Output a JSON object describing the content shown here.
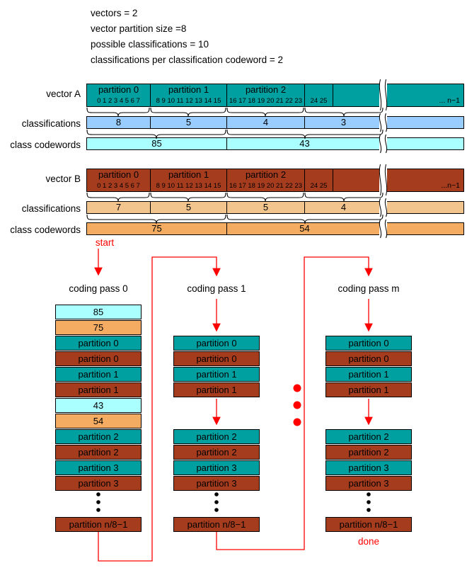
{
  "colors": {
    "teal": "#00A0A0",
    "brown": "#A63C1E",
    "class_a": "#99CCFF",
    "codeword_a": "#AAFFFF",
    "class_b": "#F2C48E",
    "codeword_b": "#F3AC62",
    "red": "#FF0000",
    "black": "#000000"
  },
  "params": [
    "vectors = 2",
    "vector partition size =8",
    "possible classifications = 10",
    "classifications per classification codeword = 2"
  ],
  "labels": {
    "vector_a": "vector A",
    "vector_b": "vector B",
    "classifications": "classifications",
    "class_codewords": "class codewords",
    "start": "start",
    "done": "done"
  },
  "vector_a": {
    "partitions": [
      "partition 0",
      "partition 1",
      "partition 2"
    ],
    "indices": [
      "0 1 2 3 4 5 6 7",
      "8 9 10 11 12 13 14 15",
      "16 17 18 19 20 21 22 23",
      "24 25"
    ],
    "tail": "... n−1",
    "classifications": [
      "8",
      "5",
      "4",
      "3"
    ],
    "codewords": [
      "85",
      "43"
    ]
  },
  "vector_b": {
    "partitions": [
      "partition 0",
      "partition 1",
      "partition 2"
    ],
    "indices": [
      "0 1 2 3 4 5 6 7",
      "8 9 10 11 12 13 14 15",
      "16 17 18 19 20 21 22 23",
      "24 25"
    ],
    "tail": "...n−1",
    "classifications": [
      "7",
      "5",
      "5",
      "4"
    ],
    "codewords": [
      "75",
      "54"
    ]
  },
  "passes": {
    "pass0": {
      "label": "coding pass 0",
      "cells": [
        "85",
        "75",
        "partition 0",
        "partition 0",
        "partition 1",
        "partition 1",
        "43",
        "54",
        "partition 2",
        "partition 2",
        "partition 3",
        "partition 3",
        "partition n/8−1"
      ]
    },
    "pass1": {
      "label": "coding pass 1",
      "cells": [
        "partition 0",
        "partition 0",
        "partition 1",
        "partition 1",
        "partition 2",
        "partition 2",
        "partition 3",
        "partition 3",
        "partition n/8−1"
      ]
    },
    "passm": {
      "label": "coding pass m",
      "cells": [
        "partition 0",
        "partition 0",
        "partition 1",
        "partition 1",
        "partition 2",
        "partition 2",
        "partition 3",
        "partition 3",
        "partition n/8−1"
      ]
    }
  }
}
